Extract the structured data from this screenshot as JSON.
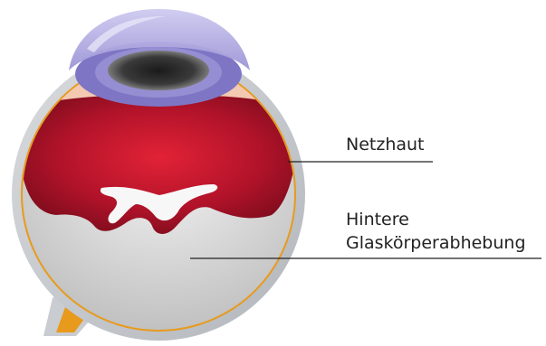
{
  "labels": {
    "retina": "Netzhaut",
    "detachment_line1": "Hintere",
    "detachment_line2": "Glaskörperabhebung"
  },
  "colors": {
    "sclera": "#c9ccd0",
    "retina": "#e89a1c",
    "vitreous_blood": "#b0142a",
    "lens": "#8c85c8",
    "cornea": "#b7b2e2",
    "background": "#ffffff"
  }
}
